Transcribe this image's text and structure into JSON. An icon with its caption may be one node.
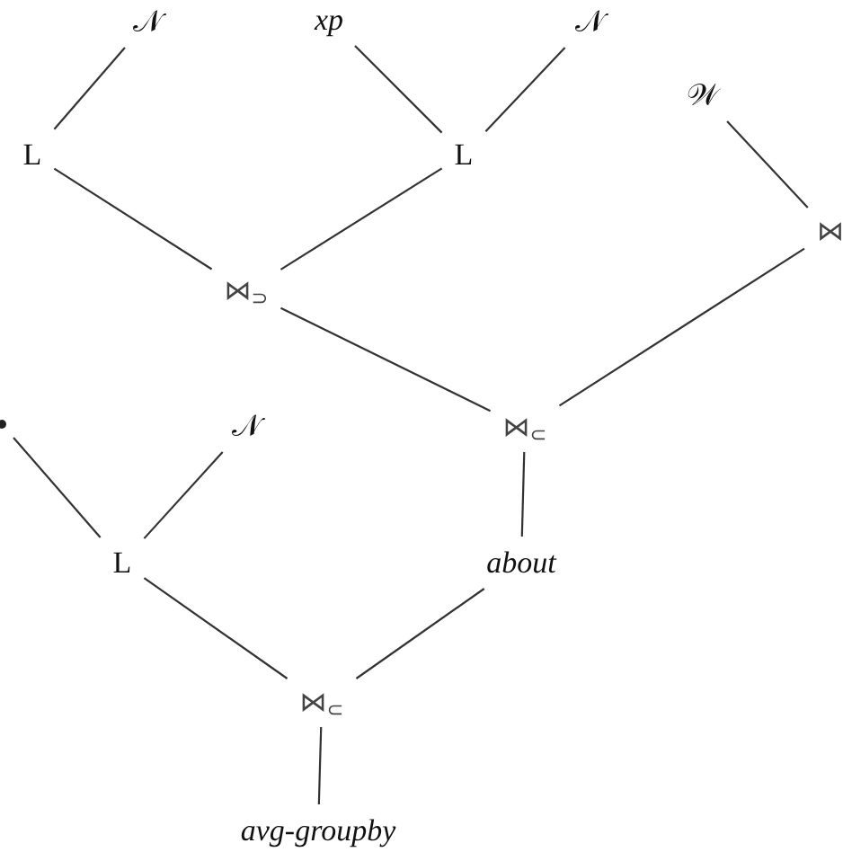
{
  "diagram": {
    "nodes": [
      {
        "text": [
          "𝒩"
        ]
      },
      {
        "text": [
          "xp"
        ]
      },
      {
        "text": [
          "𝒩"
        ]
      },
      {
        "text": [
          "𝒲"
        ]
      },
      {
        "text": [
          "L"
        ]
      },
      {
        "text": [
          "L"
        ]
      },
      {
        "text": [
          "⋈$_{⊃}$"
        ]
      },
      {
        "text": [
          "⋈"
        ]
      },
      {
        "text": [
          "⋈$_{⊂}$"
        ]
      },
      {
        "text": [],
        "shape": "circle"
      },
      {
        "text": [
          "𝒩"
        ]
      },
      {
        "text": [
          "L"
        ]
      },
      {
        "text": [
          "about"
        ]
      },
      {
        "text": [
          "⋈$_{⊂}$"
        ]
      },
      {
        "text": [
          "avg-groupby"
        ]
      }
    ],
    "edges": [
      {
        "from": 0,
        "to": 4,
        "arrow": "none"
      },
      {
        "from": 1,
        "to": 5,
        "arrow": "none"
      },
      {
        "from": 2,
        "to": 5,
        "arrow": "none"
      },
      {
        "from": 4,
        "to": 6,
        "arrow": "none"
      },
      {
        "from": 5,
        "to": 6,
        "arrow": "none"
      },
      {
        "from": 3,
        "to": 7,
        "arrow": "none"
      },
      {
        "from": 6,
        "to": 8,
        "arrow": "none"
      },
      {
        "from": 7,
        "to": 8,
        "arrow": "none"
      },
      {
        "from": 8,
        "to": 12,
        "arrow": "none"
      },
      {
        "from": 9,
        "to": 11,
        "arrow": "none"
      },
      {
        "from": 10,
        "to": 11,
        "arrow": "none"
      },
      {
        "from": 11,
        "to": 13,
        "arrow": "none"
      },
      {
        "from": 12,
        "to": 13,
        "arrow": "none"
      },
      {
        "from": 13,
        "to": 14,
        "arrow": "none"
      }
    ]
  }
}
